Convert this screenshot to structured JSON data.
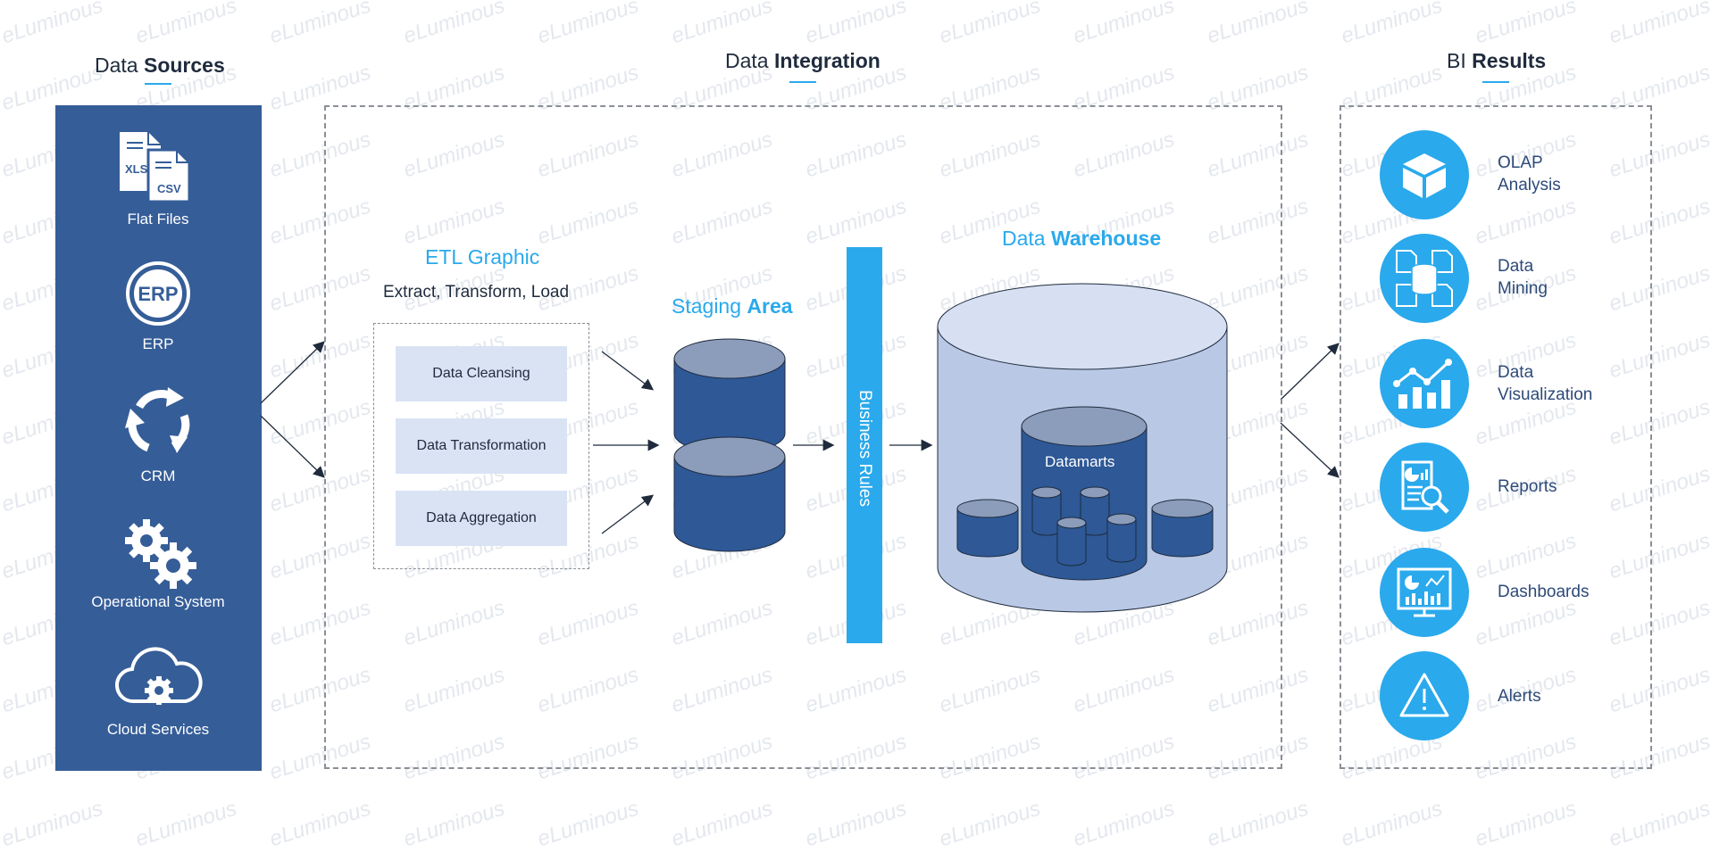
{
  "headers": {
    "sources": {
      "light": "Data",
      "bold": "Sources"
    },
    "integration": {
      "light": "Data",
      "bold": "Integration"
    },
    "results": {
      "light": "BI",
      "bold": "Results"
    }
  },
  "sources": {
    "items": [
      {
        "label": "Flat Files",
        "icon": "flat-files-icon",
        "badge_a": "XLS",
        "badge_b": "CSV"
      },
      {
        "label": "ERP",
        "icon": "erp-icon",
        "badge": "ERP"
      },
      {
        "label": "CRM",
        "icon": "crm-cycle-icon"
      },
      {
        "label": "Operational System",
        "icon": "gears-icon"
      },
      {
        "label": "Cloud Services",
        "icon": "cloud-gear-icon"
      }
    ]
  },
  "etl": {
    "title": "ETL Graphic",
    "subtitle": "Extract, Transform, Load",
    "steps": [
      "Data Cleansing",
      "Data Transformation",
      "Data Aggregation"
    ]
  },
  "staging": {
    "light": "Staging",
    "bold": "Area"
  },
  "business_rules": "Business Rules",
  "warehouse": {
    "light": "Data",
    "bold": "Warehouse",
    "datamarts": "Datamarts"
  },
  "results": {
    "items": [
      {
        "label_1": "OLAP",
        "label_2": "Analysis",
        "icon": "cube-icon"
      },
      {
        "label_1": "Data",
        "label_2": "Mining",
        "icon": "database-docs-icon"
      },
      {
        "label_1": "Data",
        "label_2": "Visualization",
        "icon": "chart-trend-icon"
      },
      {
        "label_1": "Reports",
        "label_2": "",
        "icon": "report-search-icon"
      },
      {
        "label_1": "Dashboards",
        "label_2": "",
        "icon": "dashboard-icon"
      },
      {
        "label_1": "Alerts",
        "label_2": "",
        "icon": "warning-icon"
      }
    ]
  },
  "watermark": "eLuminous",
  "colors": {
    "accent": "#2aa9ec",
    "panel": "#355d98",
    "cylinder": "#2e5896",
    "step_bg": "#d9e3f4",
    "warehouse": "#b9c8e4"
  }
}
